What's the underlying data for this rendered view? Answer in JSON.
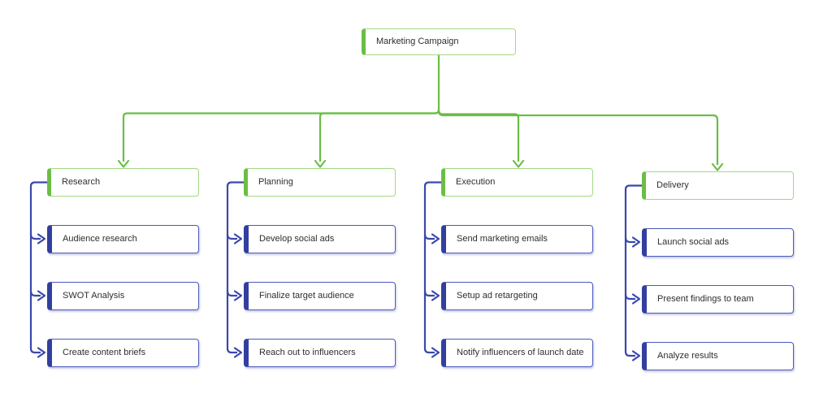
{
  "diagram": {
    "root": {
      "label": "Marketing Campaign"
    },
    "branches": [
      {
        "label": "Research",
        "items": [
          "Audience research",
          "SWOT Analysis",
          "Create content briefs"
        ]
      },
      {
        "label": "Planning",
        "items": [
          "Develop social ads",
          "Finalize target audience",
          "Reach out to influencers"
        ]
      },
      {
        "label": "Execution",
        "items": [
          "Send marketing emails",
          "Setup ad retargeting",
          "Notify influencers of launch date"
        ]
      },
      {
        "label": "Delivery",
        "items": [
          "Launch social ads",
          "Present findings to team",
          "Analyze results"
        ]
      }
    ]
  },
  "colors": {
    "background": "#ffffff",
    "text": "#2e2e2e",
    "branch_line": "#6abe44",
    "branch_accent": "#6abe44",
    "branch_border": "#a3d883",
    "task_line": "#3a48ab",
    "task_accent": "#333f9e",
    "task_border": "#4b59ba"
  }
}
